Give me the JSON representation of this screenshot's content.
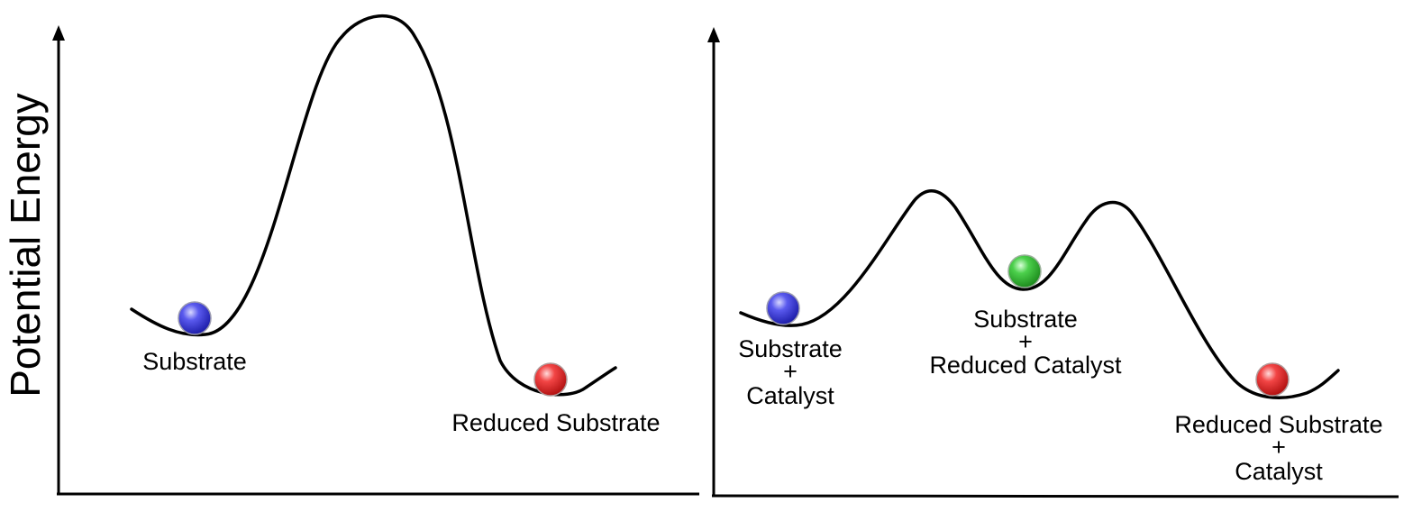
{
  "y_axis_label": "Potential Energy",
  "left_panel": {
    "labels": {
      "substrate": "Substrate",
      "reduced_substrate": "Reduced Substrate"
    }
  },
  "right_panel": {
    "labels": {
      "start_line1": "Substrate",
      "start_line2": "+",
      "start_line3": "Catalyst",
      "intermediate_line1": "Substrate",
      "intermediate_line2": "+",
      "intermediate_line3": "Reduced Catalyst",
      "end_line1": "Reduced Substrate",
      "end_line2": "+",
      "end_line3": "Catalyst"
    }
  },
  "ball_colors": {
    "blue": "#2b2bd0",
    "green": "#2fae2f",
    "red": "#e01818"
  }
}
